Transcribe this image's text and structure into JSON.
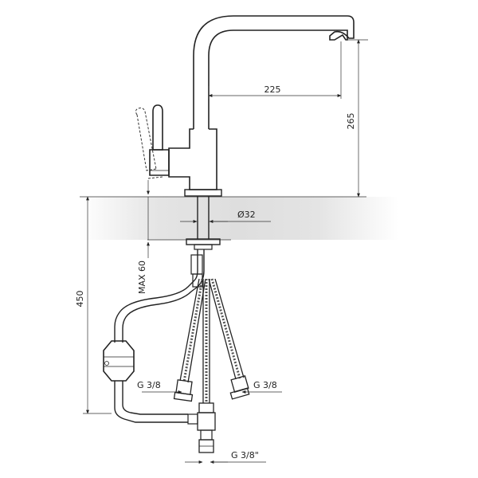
{
  "dimensions": {
    "spout_reach": "225",
    "spout_height": "265",
    "hose_length": "450",
    "max_deck": "MAX 60",
    "mount_diameter": "Ø32",
    "inlet_left": "G 3/8",
    "inlet_right": "G 3/8",
    "inlet_bottom": "G 3/8\""
  },
  "colors": {
    "outline": "#222222",
    "countertop": "#e6e6e6"
  }
}
